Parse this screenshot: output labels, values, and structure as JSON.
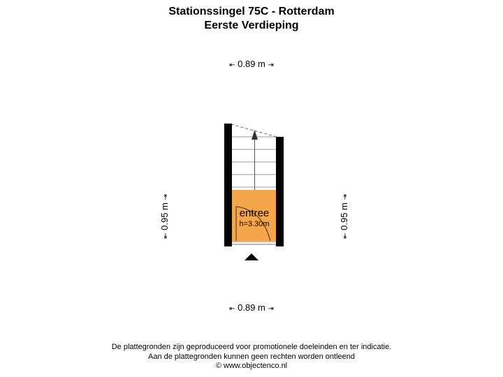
{
  "header": {
    "address": "Stationssingel 75C - Rotterdam",
    "floor": "Eerste Verdieping"
  },
  "dimensions": {
    "top_width": "0.89 m",
    "bottom_width": "0.89 m",
    "left_depth": "0.95 m",
    "right_depth": "0.95 m",
    "arrow_start": "⇤",
    "arrow_end": "⇥"
  },
  "room": {
    "name": "entree",
    "height": "h=3.30m",
    "fill_color": "#f5a54a"
  },
  "colors": {
    "wall": "#000000",
    "stair_line": "#9a9a9a"
  },
  "footer": {
    "line1": "De plattegronden zijn geproduceerd voor promotionele doeleinden en ter indicatie.",
    "line2": "Aan de plattegronden kunnen geen rechten worden ontleend",
    "line3": "© www.objectenco.nl"
  }
}
